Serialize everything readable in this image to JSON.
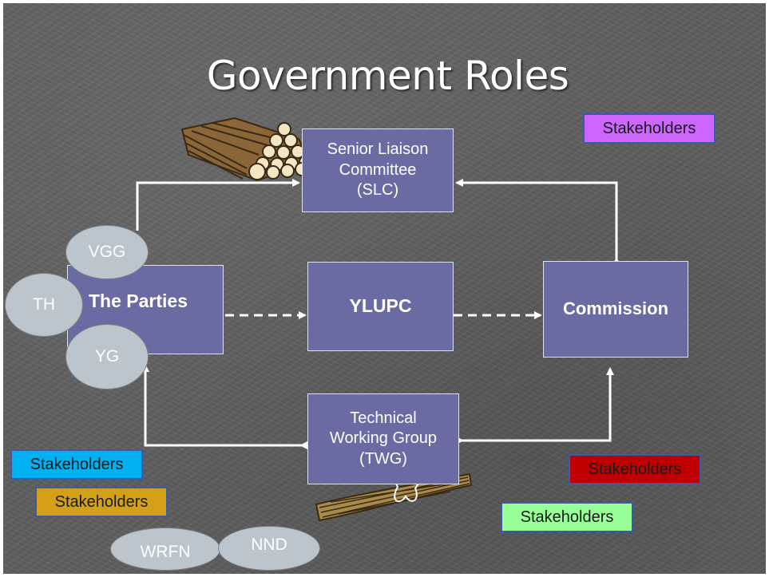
{
  "title": "Government Roles",
  "nodes": {
    "slc": {
      "line1": "Senior Liaison",
      "line2": "Committee",
      "line3": "(SLC)"
    },
    "parties": "The Parties",
    "ylupc": "YLUPC",
    "commission": "Commission",
    "twg": {
      "line1": "Technical",
      "line2": "Working Group",
      "line3": "(TWG)"
    }
  },
  "party_ellipses": {
    "vgg": "VGG",
    "th": "TH",
    "yg": "YG"
  },
  "bottom_ellipses": {
    "wrfn": "WRFN",
    "nnd": "NND"
  },
  "stakeholders": [
    {
      "label": "Stakeholders",
      "color": "#cc66ff"
    },
    {
      "label": "Stakeholders",
      "color": "#00b0f0"
    },
    {
      "label": "Stakeholders",
      "color": "#d4a017"
    },
    {
      "label": "Stakeholders",
      "color": "#c00000"
    },
    {
      "label": "Stakeholders",
      "color": "#99ff99"
    }
  ],
  "colors": {
    "box": "#6b6ba3",
    "ellipse": "#bcc5cc",
    "background": "#5f5f5f",
    "arrow": "#ffffff"
  },
  "decorations": [
    "log-pile-icon",
    "wood-bundle-icon"
  ]
}
